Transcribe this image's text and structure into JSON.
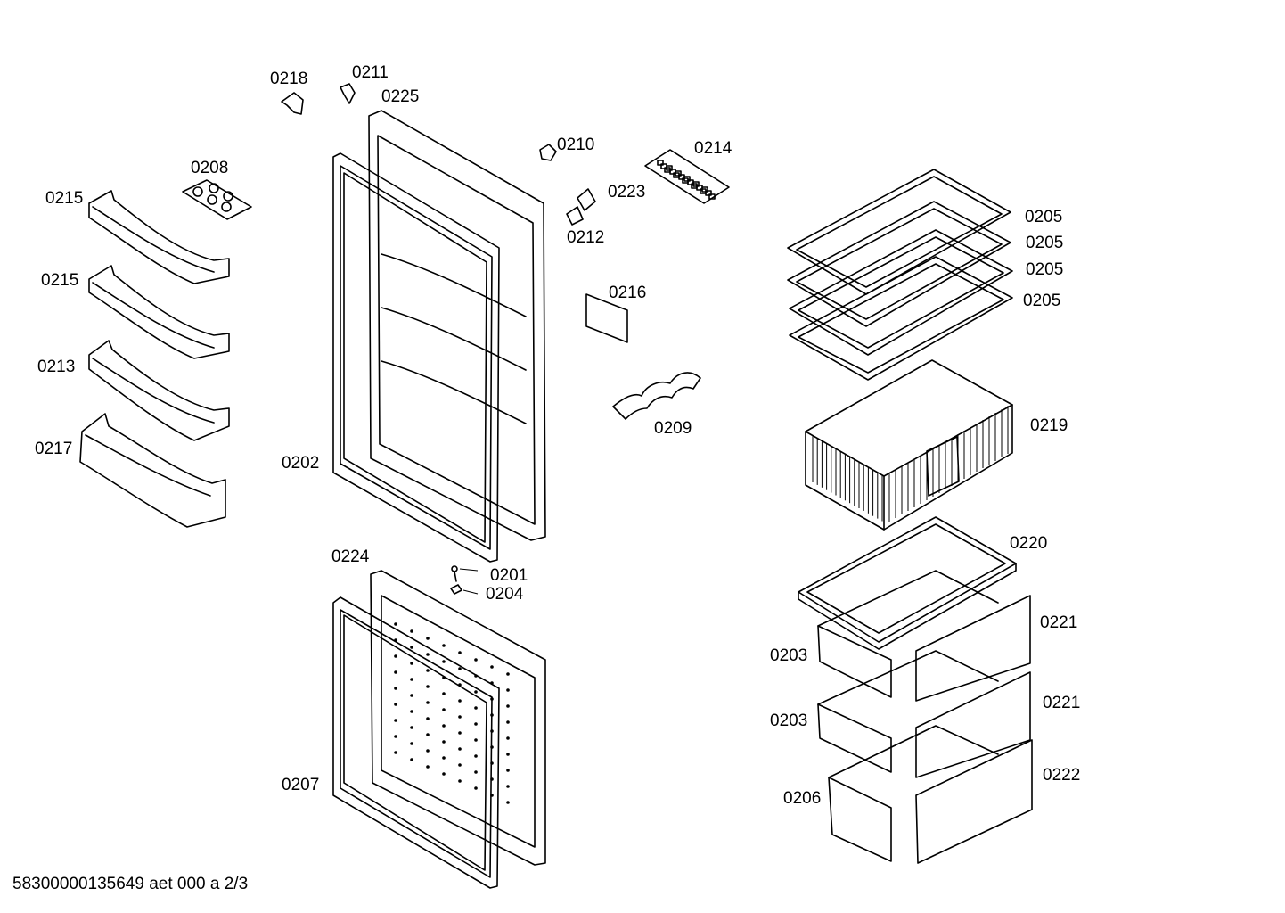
{
  "labels": {
    "p0218": "0218",
    "p0211": "0211",
    "p0225": "0225",
    "p0210": "0210",
    "p0214": "0214",
    "p0208": "0208",
    "p0223": "0223",
    "p0212": "0212",
    "p0215a": "0215",
    "p0215b": "0215",
    "p0213": "0213",
    "p0217": "0217",
    "p0216": "0216",
    "p0209": "0209",
    "p0202": "0202",
    "p0205a": "0205",
    "p0205b": "0205",
    "p0205c": "0205",
    "p0205d": "0205",
    "p0219": "0219",
    "p0220": "0220",
    "p0224": "0224",
    "p0201": "0201",
    "p0204": "0204",
    "p0221a": "0221",
    "p0221b": "0221",
    "p0222": "0222",
    "p0203a": "0203",
    "p0203b": "0203",
    "p0206": "0206",
    "p0207": "0207"
  },
  "footer": "58300000135649 aet 000 a 2/3"
}
